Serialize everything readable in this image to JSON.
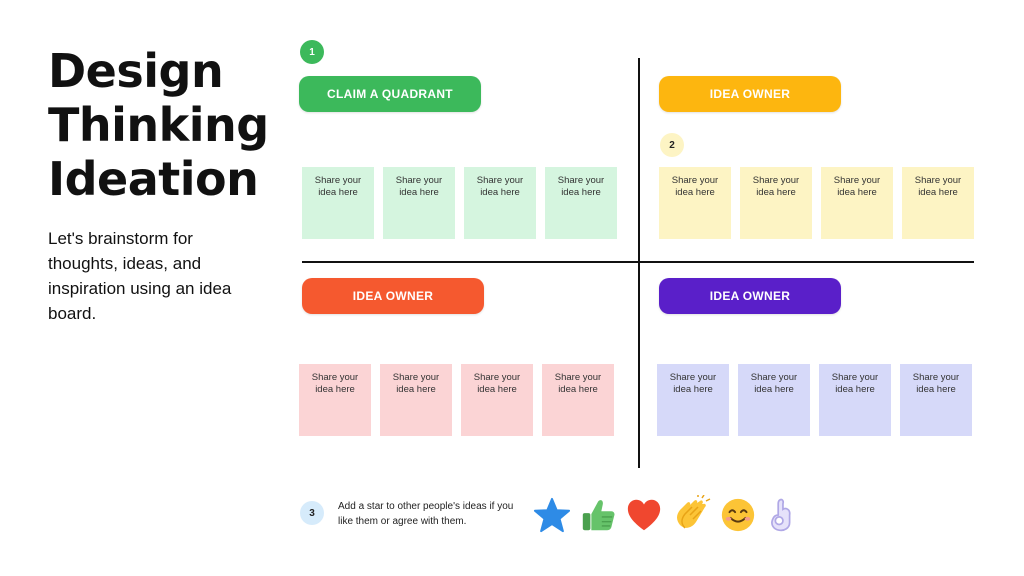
{
  "title": {
    "line1": "Design",
    "line2": "Thinking",
    "line3": "Ideation"
  },
  "subtitle": "Let's brainstorm for thoughts, ideas, and inspiration using an idea board.",
  "steps": {
    "one": "1",
    "two": "2",
    "three": "3"
  },
  "quadrants": {
    "top_left": {
      "label": "CLAIM A QUADRANT",
      "color": "#3cb95b",
      "note_color": "#d5f5df"
    },
    "top_right": {
      "label": "IDEA OWNER",
      "color": "#fdb60f",
      "note_color": "#fdf4c4"
    },
    "bottom_left": {
      "label": "IDEA OWNER",
      "color": "#f5592f",
      "note_color": "#fbd4d5"
    },
    "bottom_right": {
      "label": "IDEA OWNER",
      "color": "#5a1fc9",
      "note_color": "#d6d9f9"
    }
  },
  "note_text": {
    "line1": "Share your",
    "line2": "idea here"
  },
  "instruction": "Add a star to other people's ideas if you like them or agree with them.",
  "reactions": [
    "star-icon",
    "thumbs-up-icon",
    "heart-icon",
    "clapping-hands-icon",
    "smiling-face-icon",
    "ok-hand-icon"
  ],
  "colors": {
    "step1": "#3cb95b",
    "step2": "#fdf4c4",
    "step3": "#d6ebfb",
    "star": "#2e8be6",
    "thumb": "#66c36a",
    "heart": "#f0472f",
    "clap": "#fcc436",
    "smile": "#fcc436",
    "ok": "#c9c3f0"
  }
}
